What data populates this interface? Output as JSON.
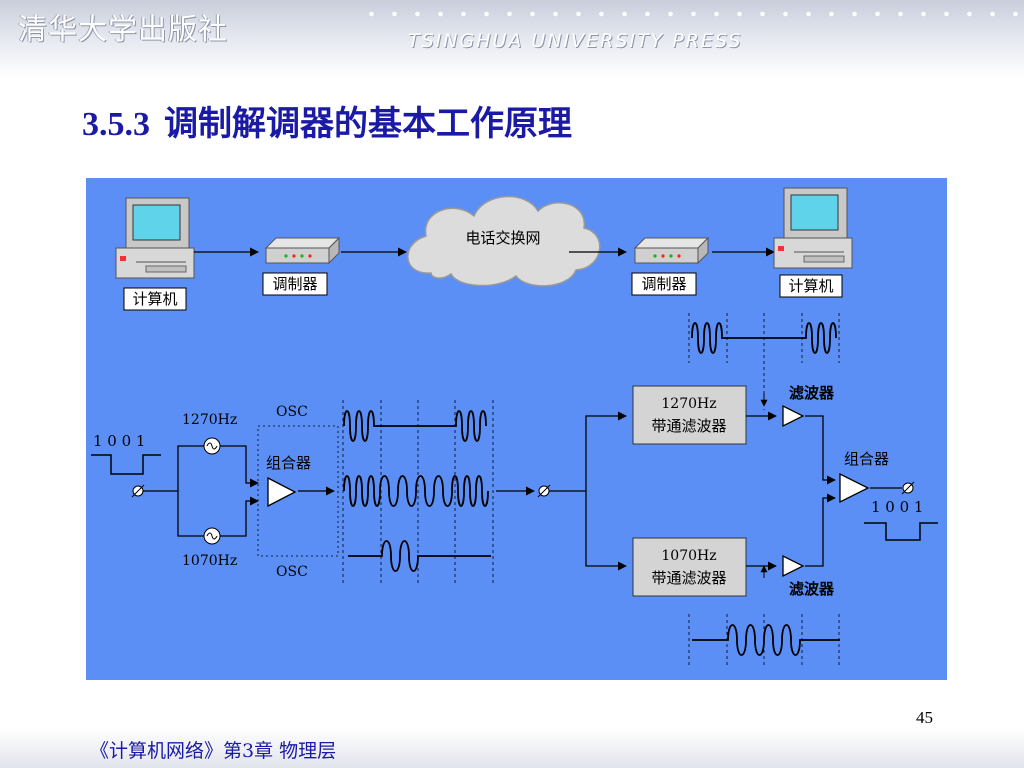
{
  "header": {
    "publisher_cn": "清华大学出版社",
    "publisher_en": "TSINGHUA UNIVERSITY PRESS"
  },
  "title": {
    "number": "3.5.3",
    "text": "调制解调器的基本工作原理"
  },
  "diagram": {
    "computer_left": "计算机",
    "computer_right": "计算机",
    "modem_left": "调制器",
    "modem_right": "调制器",
    "network": "电话交换网",
    "bits_in": "1 0 0 1",
    "bits_out": "1 0 0 1",
    "freq_high": "1270Hz",
    "freq_low": "1070Hz",
    "osc_top": "OSC",
    "osc_bottom": "OSC",
    "combiner_left": "组合器",
    "combiner_right": "组合器",
    "bpf_top_freq": "1270Hz",
    "bpf_top_name": "带通滤波器",
    "bpf_bottom_freq": "1070Hz",
    "bpf_bottom_name": "带通滤波器",
    "filter_top": "滤波器",
    "filter_bottom": "滤波器"
  },
  "colors": {
    "panel": "#5b8ff5",
    "title": "#1a1aa6",
    "box": "#d4d4d4"
  },
  "page_number": "45",
  "footer": "《计算机网络》第3章 物理层"
}
